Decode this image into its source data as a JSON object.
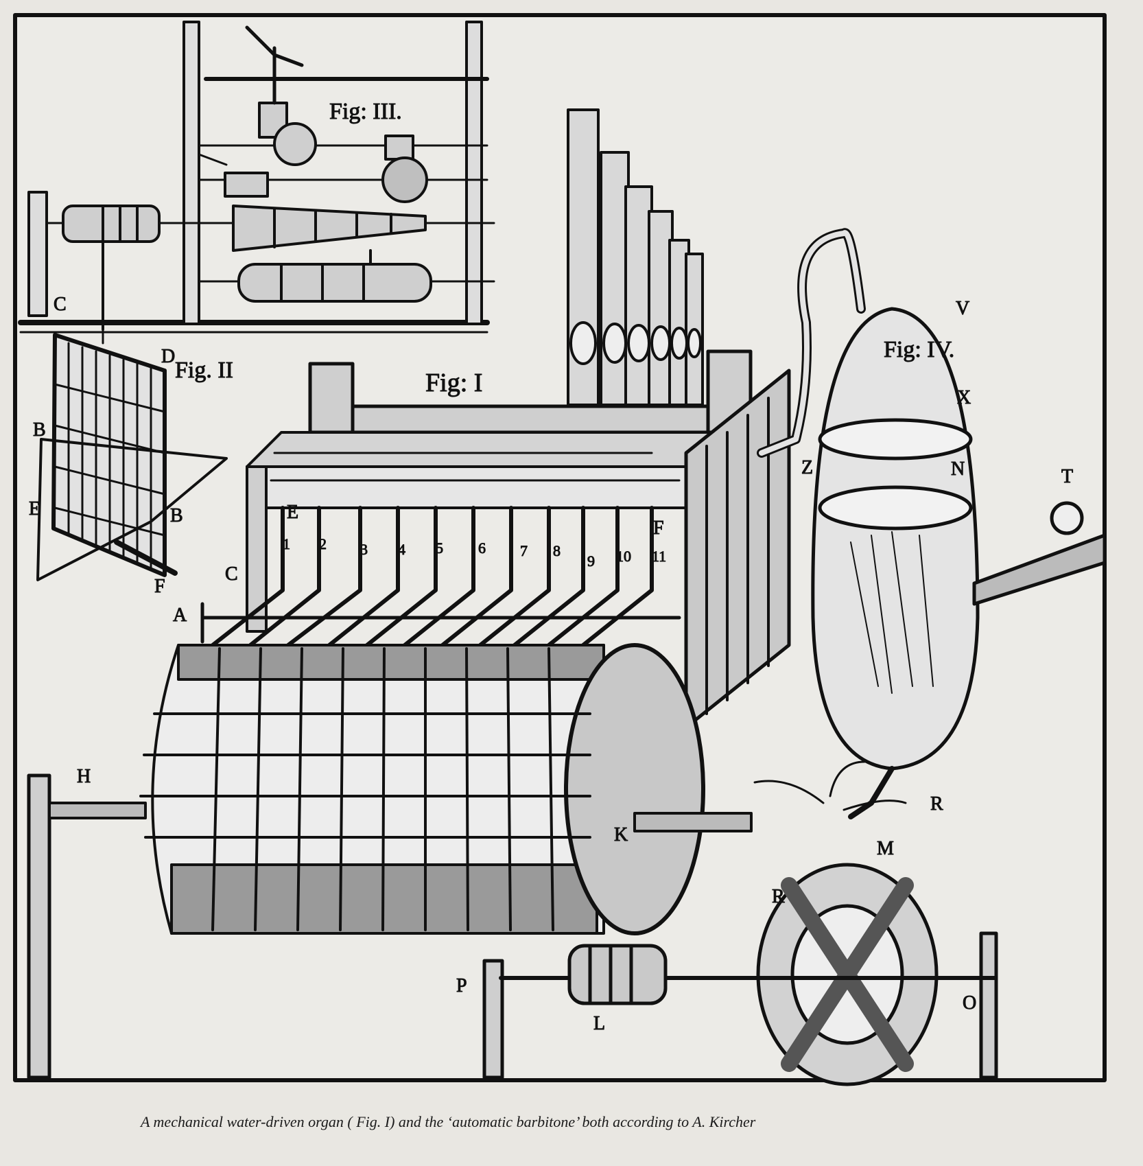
{
  "figure_titles": {
    "fig1": "Fig: I",
    "fig2": "Fig. II",
    "fig3": "Fig: III.",
    "fig4": "Fig: IV."
  },
  "letters": {
    "A": "A",
    "B": "B",
    "C": "C",
    "D": "D",
    "E": "E",
    "F": "F",
    "H": "H",
    "K": "K",
    "L": "L",
    "M": "M",
    "N": "N",
    "O": "O",
    "P": "P",
    "R": "R",
    "T": "T",
    "V": "V",
    "X": "X",
    "Z": "Z"
  },
  "key_numbers": [
    "1",
    "2",
    "3",
    "4",
    "5",
    "6",
    "7",
    "8",
    "9",
    "10",
    "11"
  ],
  "caption": "A mechanical water-driven organ ( Fig. I) and the ‘automatic barbitone’ both according to A. Kircher"
}
